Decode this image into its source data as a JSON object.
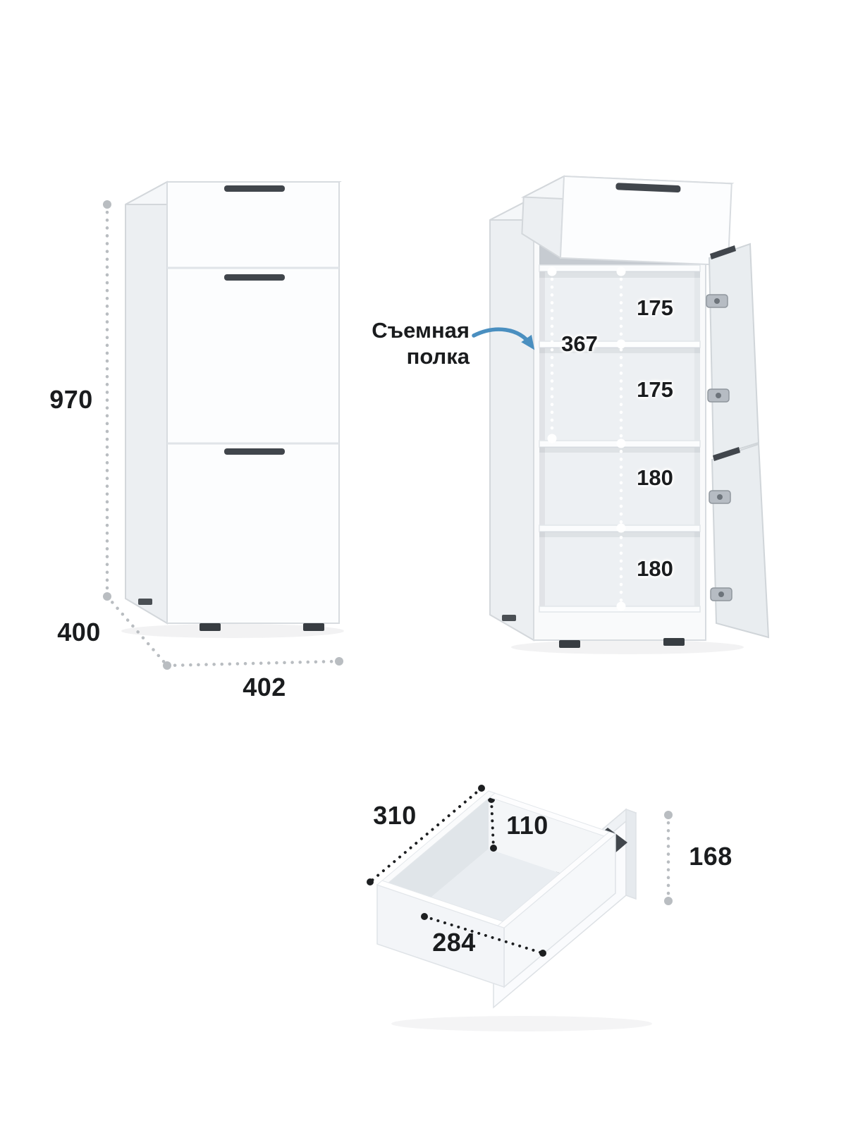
{
  "diagram": {
    "background": "#ffffff",
    "callout": {
      "text": "Съемная полка"
    },
    "closed_cabinet": {
      "height_mm": "970",
      "depth_mm": "400",
      "width_mm": "402"
    },
    "open_cabinet": {
      "open_space_height_mm": "367",
      "compartment_heights_mm": [
        "175",
        "175",
        "180",
        "180"
      ]
    },
    "drawer": {
      "depth_mm": "310",
      "inner_height_mm": "110",
      "front_height_mm": "168",
      "inner_width_mm": "284"
    },
    "colors": {
      "arrow_accent": "#4a8fc0",
      "dimension_gray": "#b9bdc1",
      "dimension_black": "#1d1f21",
      "text": "#1a1c1e",
      "handle_dark": "#41464c",
      "furniture_white": "#fcfdfe",
      "furniture_shade": "#eceff2"
    }
  }
}
